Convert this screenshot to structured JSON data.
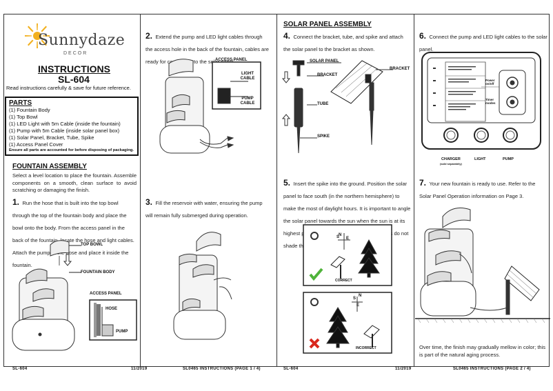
{
  "brand": {
    "name": "Sunnydaze",
    "sub": "DECOR"
  },
  "page1": {
    "title": "INSTRUCTIONS",
    "model": "SL-604",
    "note": "Read instructions carefully & save for future reference.",
    "parts": {
      "heading": "PARTS",
      "items": [
        "(1) Fountain Body",
        "(1) Top Bowl",
        "(1) LED Light with 5m Cable (inside the fountain)",
        "(1) Pump with 5m Cable (inside solar panel box)",
        "(1) Solar Panel, Bracket, Tube, Spike",
        "(1) Access Panel Cover"
      ],
      "warning": "Ensure all parts are accounted for before disposing of packaging."
    },
    "fountain_assembly": {
      "heading": "FOUNTAIN ASSEMBLY",
      "intro": "Select a level location to place the fountain. Assemble components on a smooth, clean surface to avoid scratching or damaging the finish."
    },
    "step1": {
      "num": "1.",
      "text": "Run the hose that is built into the top bowl through the top of the fountain body and place the bowl onto the body. From the access panel in the back of the fountain, locate the hose and light cables. Attach the pump to the hose and place it inside the fountain.",
      "labels": {
        "top_bowl": "TOP BOWL",
        "fountain_body": "FOUNTAIN BODY",
        "access_panel": "ACCESS PANEL",
        "hose": "HOSE",
        "pump": "PUMP"
      }
    },
    "step2": {
      "num": "2.",
      "text": "Extend the pump  and LED light cables through the access hole in the back of the fountain, cables are ready for connection to the solar panel.",
      "labels": {
        "access_panel": "ACCESS PANEL",
        "light_cable": "LIGHT CABLE",
        "pump_cable": "PUMP CABLE"
      }
    },
    "step3": {
      "num": "3.",
      "text": "Fill the reservoir with water, ensuring the pump will remain fully submerged during operation."
    },
    "footer": {
      "model": "SL-604",
      "date": "11/2019",
      "doc": "SL0465  INSTRUCTIONS  (PAGE  1  /  4)"
    }
  },
  "page2": {
    "solar_heading": "SOLAR PANEL ASSEMBLY",
    "step4": {
      "num": "4.",
      "text": "Connect the bracket, tube, and spike and attach the solar panel to the bracket as shown.",
      "labels": {
        "solar_panel": "SOLAR PANEL",
        "bracket_a": "BRACKET",
        "bracket_b": "BRACKET",
        "tube": "TUBE",
        "spike": "SPIKE"
      }
    },
    "step5": {
      "num": "5.",
      "text": "Insert the spike into the ground. Position the solar panel to face south (in the northern hemisphere) to make the most of daylight hours. It is important to angle the solar panel towards the sun when the sun is at its highest point. Ensure trees, shrubs, or buildings do not shade the solar panel.",
      "labels": {
        "correct": "CORRECT",
        "incorrect": "INCORRECT",
        "n": "N",
        "s": "S",
        "e": "E"
      }
    },
    "step6": {
      "num": "6.",
      "text": "Connect the pump and LED  light cables to the solar panel.",
      "labels": {
        "charger": "CHARGER",
        "charger_note": "(sold separately)",
        "light": "LIGHT",
        "pump": "PUMP",
        "power_on_off": "Power on/off",
        "timer_modes": "Timer modes"
      }
    },
    "step7": {
      "num": "7.",
      "text": "Your new fountain is ready to use. Refer to the Solar Panel Operation information on Page 3.",
      "aging": "Over time, the finish may gradually mellow in color; this is part of the natural aging process."
    },
    "footer": {
      "model": "SL-604",
      "date": "11/2019",
      "doc": "SL0465  INSTRUCTIONS  (PAGE  2  /  4)"
    }
  },
  "colors": {
    "check": "#4fb33a",
    "cross": "#d9281e",
    "logo_sun": "#f2b01e"
  }
}
